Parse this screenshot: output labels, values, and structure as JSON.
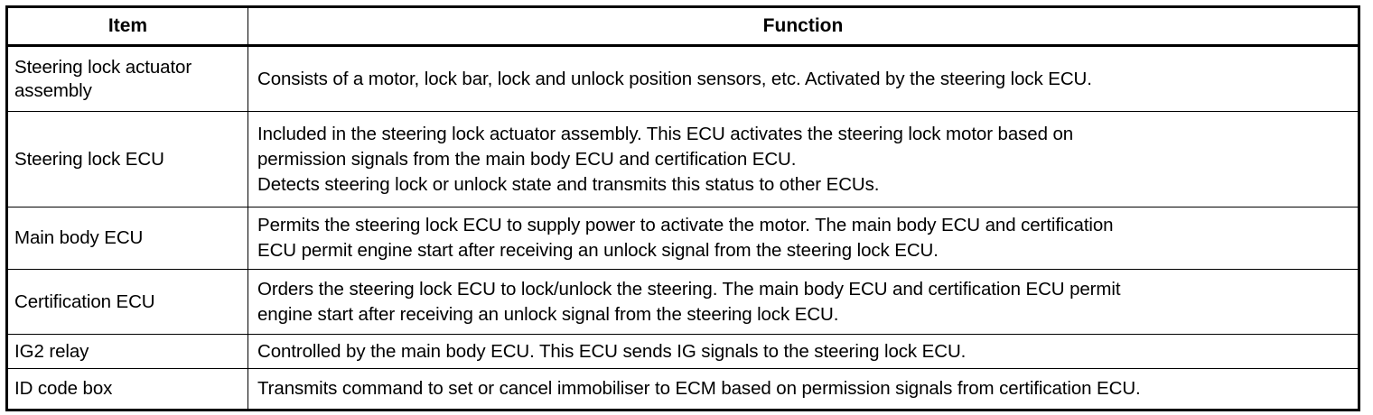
{
  "table": {
    "headers": {
      "item": "Item",
      "function": "Function"
    },
    "rows": [
      {
        "item": "Steering lock actuator assembly",
        "function_lines": [
          "Consists of a motor, lock bar, lock and unlock position sensors, etc. Activated by the steering lock ECU."
        ]
      },
      {
        "item": "Steering lock ECU",
        "function_lines": [
          "Included in the steering lock actuator assembly. This ECU activates the steering lock motor based on",
          "permission signals from the main body ECU and certification ECU.",
          "Detects steering lock or unlock state and transmits this status to other ECUs."
        ]
      },
      {
        "item": "Main body ECU",
        "function_lines": [
          "Permits the steering lock ECU to supply power to activate the motor. The main body ECU and certification",
          "ECU permit engine start after receiving an unlock signal from the steering lock ECU."
        ]
      },
      {
        "item": "Certification ECU",
        "function_lines": [
          "Orders the steering lock ECU to lock/unlock the steering. The main body ECU and certification ECU permit",
          "engine start after receiving an unlock signal from the steering lock ECU."
        ]
      },
      {
        "item": "IG2 relay",
        "function_lines": [
          "Controlled by the main body ECU. This ECU sends IG signals to the steering lock ECU."
        ]
      },
      {
        "item": "ID code box",
        "function_lines": [
          "Transmits command to set or cancel immobiliser to ECM based on permission signals from certification ECU."
        ]
      }
    ]
  },
  "style": {
    "border_color": "#000000",
    "text_color": "#000000",
    "background": "#ffffff"
  }
}
